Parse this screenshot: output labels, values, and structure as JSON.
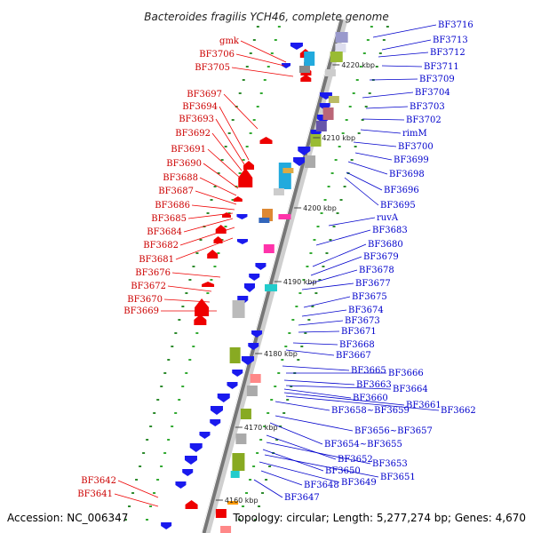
{
  "title": "Bacteroides fragilis YCH46, complete genome",
  "footer": {
    "accession": "Accession: NC_006347",
    "summary": "Topology: circular; Length: 5,277,274 bp; Genes: 4,670"
  },
  "colors": {
    "left_label": "#cc0000",
    "right_label": "#0000cc",
    "axis": "#777777",
    "tick": "#339933"
  },
  "kbp_marks": [
    "4220 kbp",
    "4210 kbp",
    "4200 kbp",
    "4190 kbp",
    "4180 kbp",
    "4170 kbp",
    "4160 kbp"
  ],
  "left_labels": [
    "gmk",
    "BF3706",
    "BF3705",
    "BF3697",
    "BF3694",
    "BF3693",
    "BF3692",
    "BF3691",
    "BF3690",
    "BF3688",
    "BF3687",
    "BF3686",
    "BF3685",
    "BF3684",
    "BF3682",
    "BF3681",
    "BF3676",
    "BF3672",
    "BF3670",
    "BF3669",
    "BF3642",
    "BF3641"
  ],
  "right_labels": [
    "BF3716",
    "BF3713",
    "BF3712",
    "BF3711",
    "BF3709",
    "BF3704",
    "BF3703",
    "BF3702",
    "rimM",
    "BF3700",
    "BF3699",
    "BF3698",
    "BF3696",
    "BF3695",
    "ruvA",
    "BF3683",
    "BF3680",
    "BF3679",
    "BF3678",
    "BF3677",
    "BF3675",
    "BF3674",
    "BF3673",
    "BF3671",
    "BF3668",
    "BF3667",
    "BF3665",
    "BF3666",
    "BF3663",
    "BF3664",
    "BF3660",
    "BF3661",
    "BF3662",
    "BF3658~BF3659",
    "BF3656~BF3657",
    "BF3654~BF3655",
    "BF3652",
    "BF3653",
    "BF3650",
    "BF3651",
    "BF3649",
    "BF3648",
    "BF3647"
  ]
}
